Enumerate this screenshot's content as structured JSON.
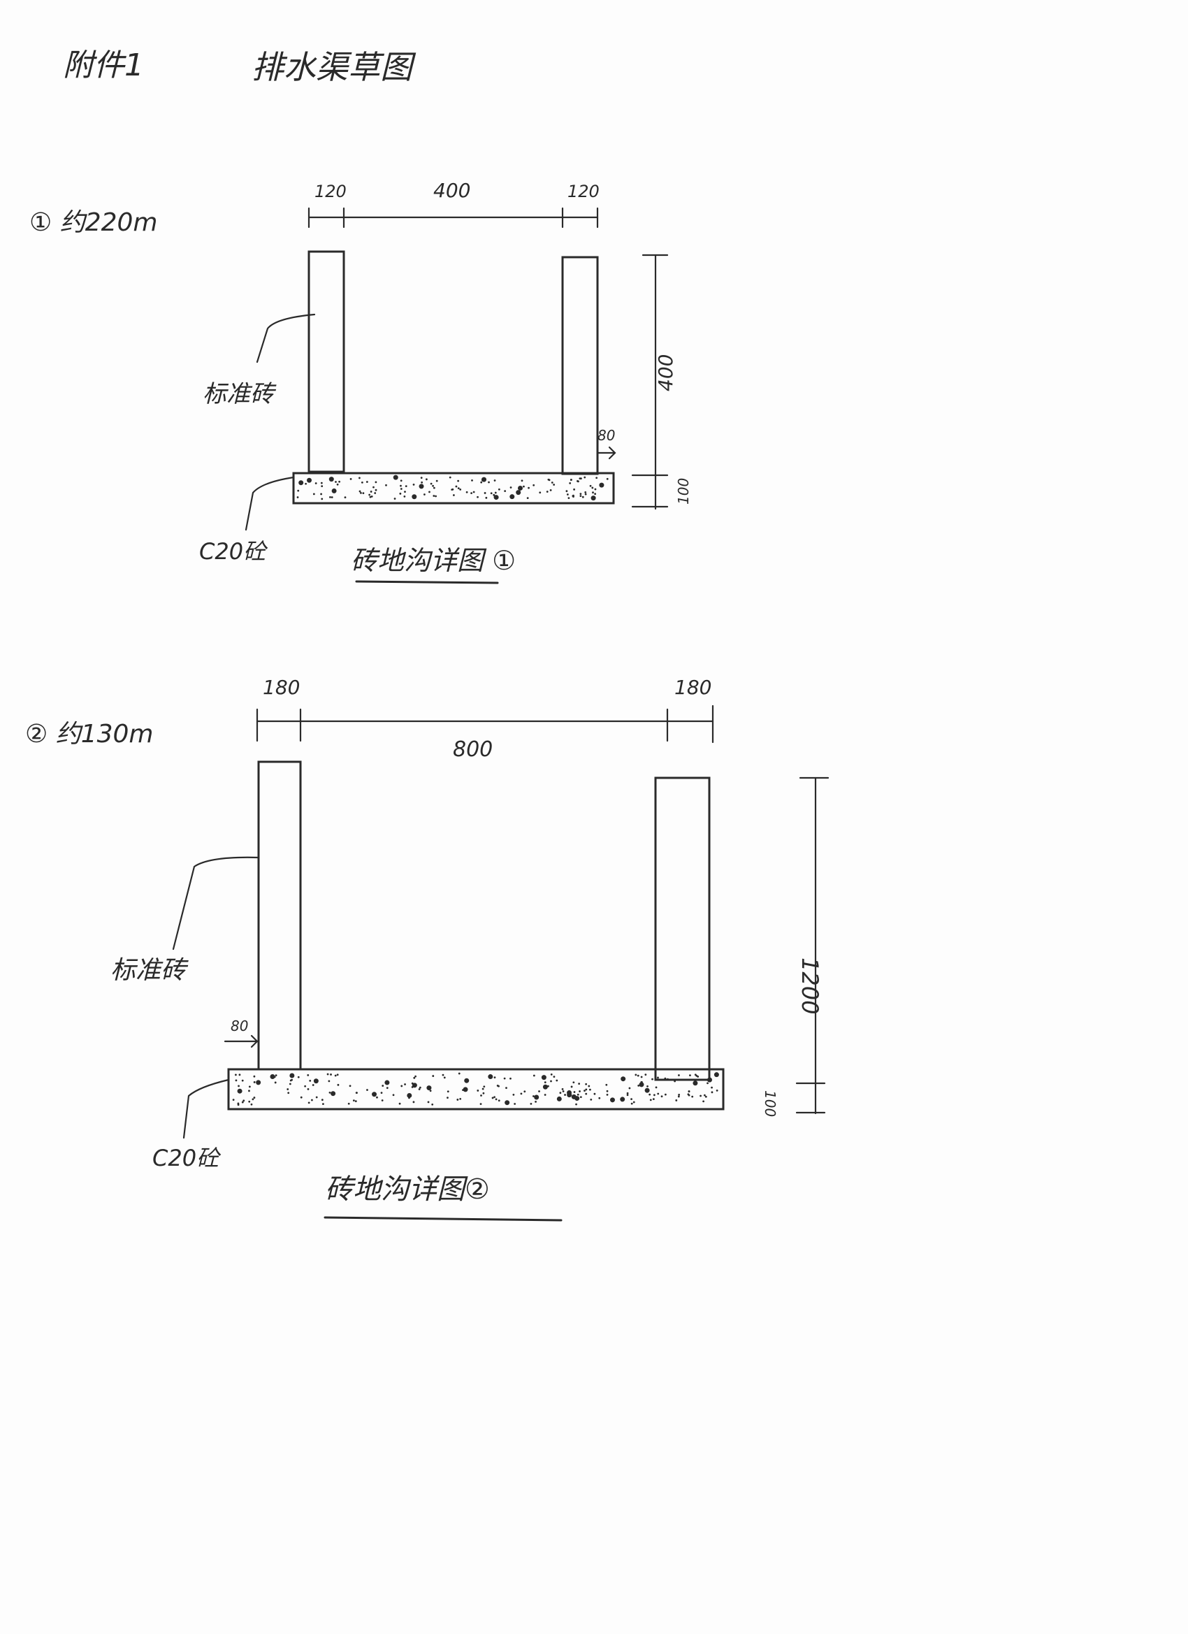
{
  "header": {
    "attachment": "附件1",
    "title": "排水渠草图"
  },
  "drawing1": {
    "label": "① 约220m",
    "dim_left_wall": "120",
    "dim_inner_width": "400",
    "dim_right_wall": "120",
    "dim_height": "400",
    "dim_offset": "80",
    "dim_slab": "100",
    "wall_material": "标准砖",
    "slab_material": "C20砼",
    "caption": "砖地沟详图 ①"
  },
  "drawing2": {
    "label": "② 约130m",
    "dim_left_wall": "180",
    "dim_inner_width": "800",
    "dim_right_wall": "180",
    "dim_height": "1200",
    "dim_offset": "80",
    "dim_slab": "100",
    "wall_material": "标准砖",
    "slab_material": "C20砼",
    "caption": "砖地沟详图②"
  },
  "colors": {
    "ink": "#2a2a2a",
    "paper": "#fdfdfd"
  }
}
